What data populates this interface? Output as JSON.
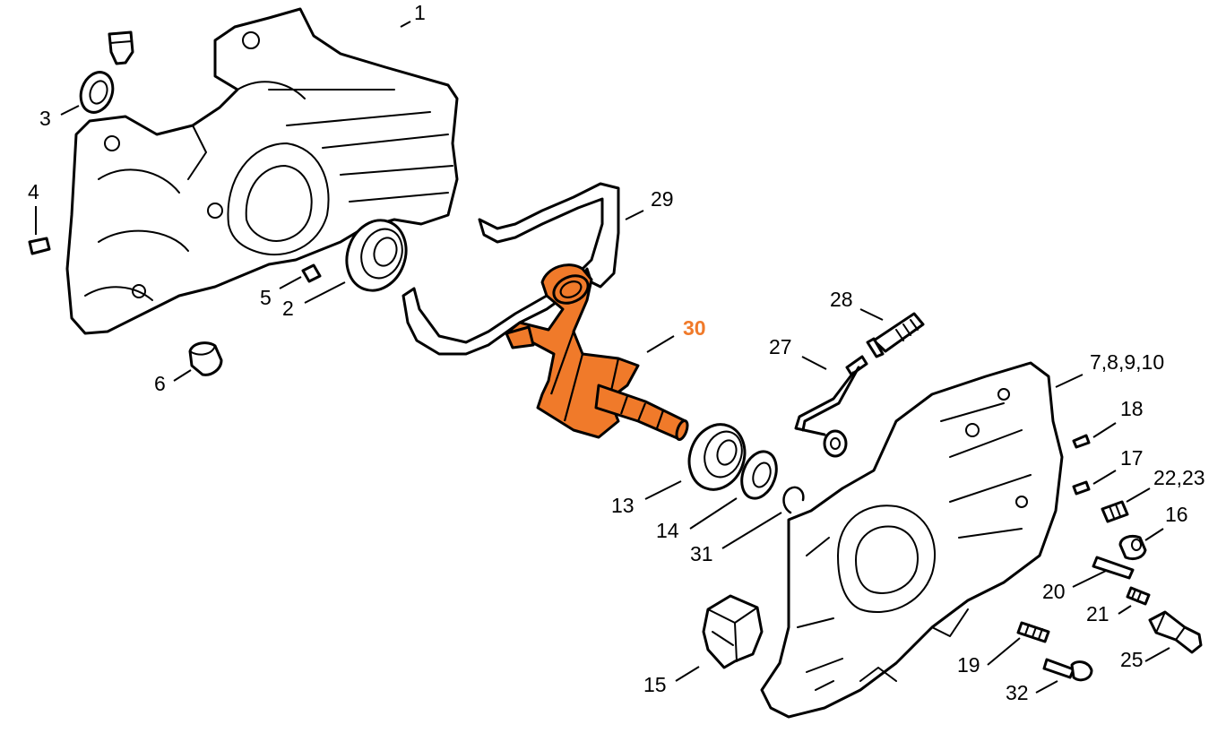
{
  "colors": {
    "highlight": "#f07a2a",
    "line": "#000000",
    "background": "#ffffff"
  },
  "callouts": {
    "p1": "1",
    "p2": "2",
    "p3": "3",
    "p4": "4",
    "p5": "5",
    "p6": "6",
    "p7_10": "7,8,9,10",
    "p13": "13",
    "p14": "14",
    "p15": "15",
    "p16": "16",
    "p17": "17",
    "p18": "18",
    "p19": "19",
    "p20": "20",
    "p21": "21",
    "p22_23": "22,23",
    "p25": "25",
    "p27": "27",
    "p28": "28",
    "p29": "29",
    "p30": "30",
    "p31": "31",
    "p32": "32"
  },
  "highlighted_part": "30"
}
